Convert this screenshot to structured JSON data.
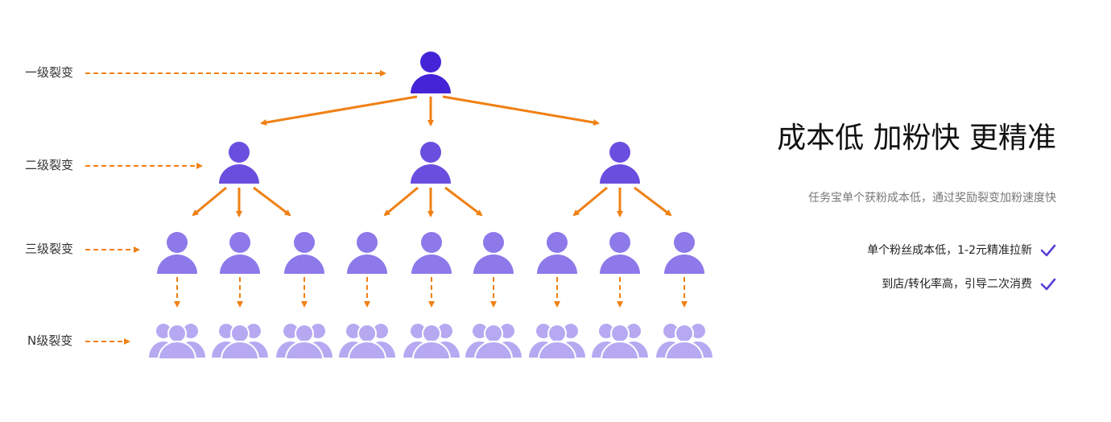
{
  "levels": [
    {
      "label": "一级裂变"
    },
    {
      "label": "二级裂变"
    },
    {
      "label": "三级裂变"
    },
    {
      "label": "N级裂变"
    }
  ],
  "colors": {
    "arrow": "#F08013",
    "level1": "#4424D6",
    "level2": "#6A4EE0",
    "level3": "#8D79EA",
    "levelN": "#B6A9F2",
    "check": "#5A3FD6"
  },
  "icons": {
    "person": "person-icon",
    "group": "people-group-icon",
    "check": "checkmark-icon"
  },
  "headline": "成本低 加粉快 更精准",
  "subline": "任务宝单个获粉成本低，通过奖励裂变加粉速度快",
  "features": [
    {
      "text": "单个粉丝成本低，1-2元精准拉新"
    },
    {
      "text": "到店/转化率高，引导二次消费"
    }
  ]
}
